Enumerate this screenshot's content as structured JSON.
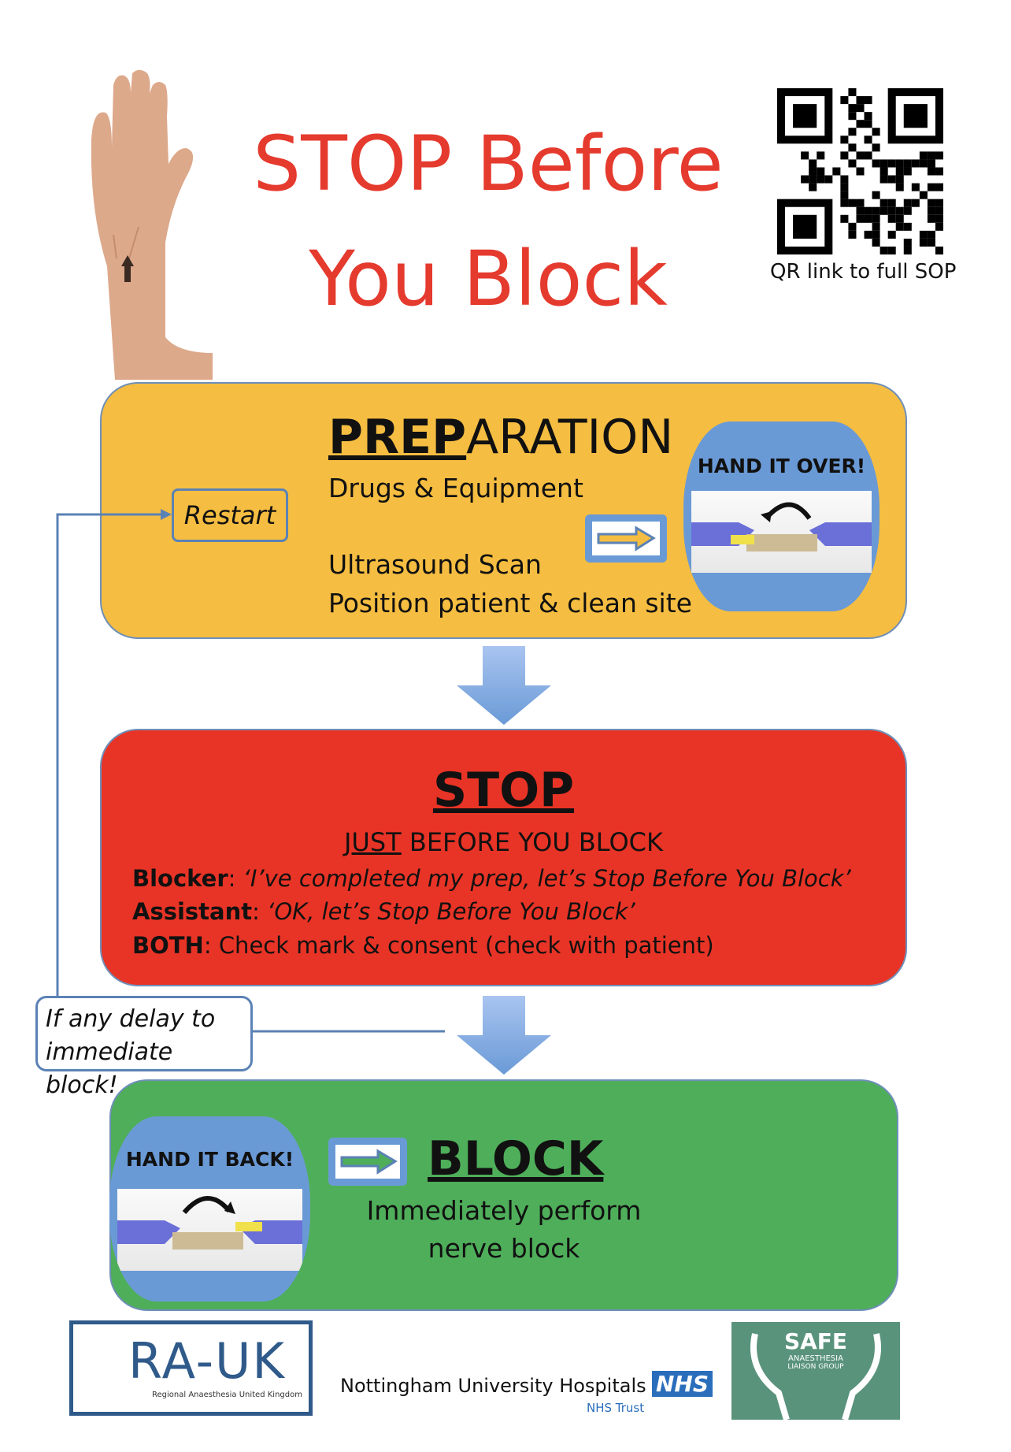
{
  "header": {
    "title_line1": "STOP Before",
    "title_line2": "You Block",
    "qr_label": "QR link to full SOP"
  },
  "preparation": {
    "heading_underlined": "PREP",
    "heading_rest": "ARATION",
    "lines": [
      "Drugs & Equipment",
      "Ultrasound Scan",
      "Position patient & clean site"
    ],
    "restart_label": "Restart",
    "hand_over_label": "HAND IT OVER!"
  },
  "stop": {
    "heading": "STOP",
    "subheading_underlined": "JUST",
    "subheading_rest": " BEFORE YOU BLOCK",
    "rows": [
      {
        "role": "Blocker",
        "sep": ":  ",
        "text": "‘I’ve completed my prep, let’s Stop Before You Block’",
        "italic": true
      },
      {
        "role": "Assistant",
        "sep": ": ",
        "text": "‘OK, let’s Stop Before You Block’",
        "italic": true
      },
      {
        "role": "BOTH",
        "sep": ": ",
        "text": "Check mark & consent (check with patient)",
        "italic": false
      }
    ]
  },
  "delay_note": {
    "line1": "If any delay to",
    "line2": "immediate block!"
  },
  "block": {
    "heading": "BLOCK",
    "line1": "Immediately perform",
    "line2": "nerve block",
    "hand_back_label": "HAND IT BACK!"
  },
  "footer": {
    "rauk_logo": "RA-UK",
    "rauk_sub": "Regional Anaesthesia United Kingdom",
    "nuh_name": "Nottingham University Hospitals",
    "nhs_badge": "NHS",
    "nhs_trust": "NHS Trust",
    "safe_logo": "SAFE",
    "safe_sub1": "ANAESTHESIA",
    "safe_sub2": "LIAISON GROUP"
  },
  "colors": {
    "title": "#E53A2E",
    "preparation": "#F5BD41",
    "stop": "#E83426",
    "block": "#4FAE5A",
    "accent_blue": "#6A9AD6",
    "nhs_blue": "#2A6EBB",
    "safe_green": "#5A937C"
  }
}
